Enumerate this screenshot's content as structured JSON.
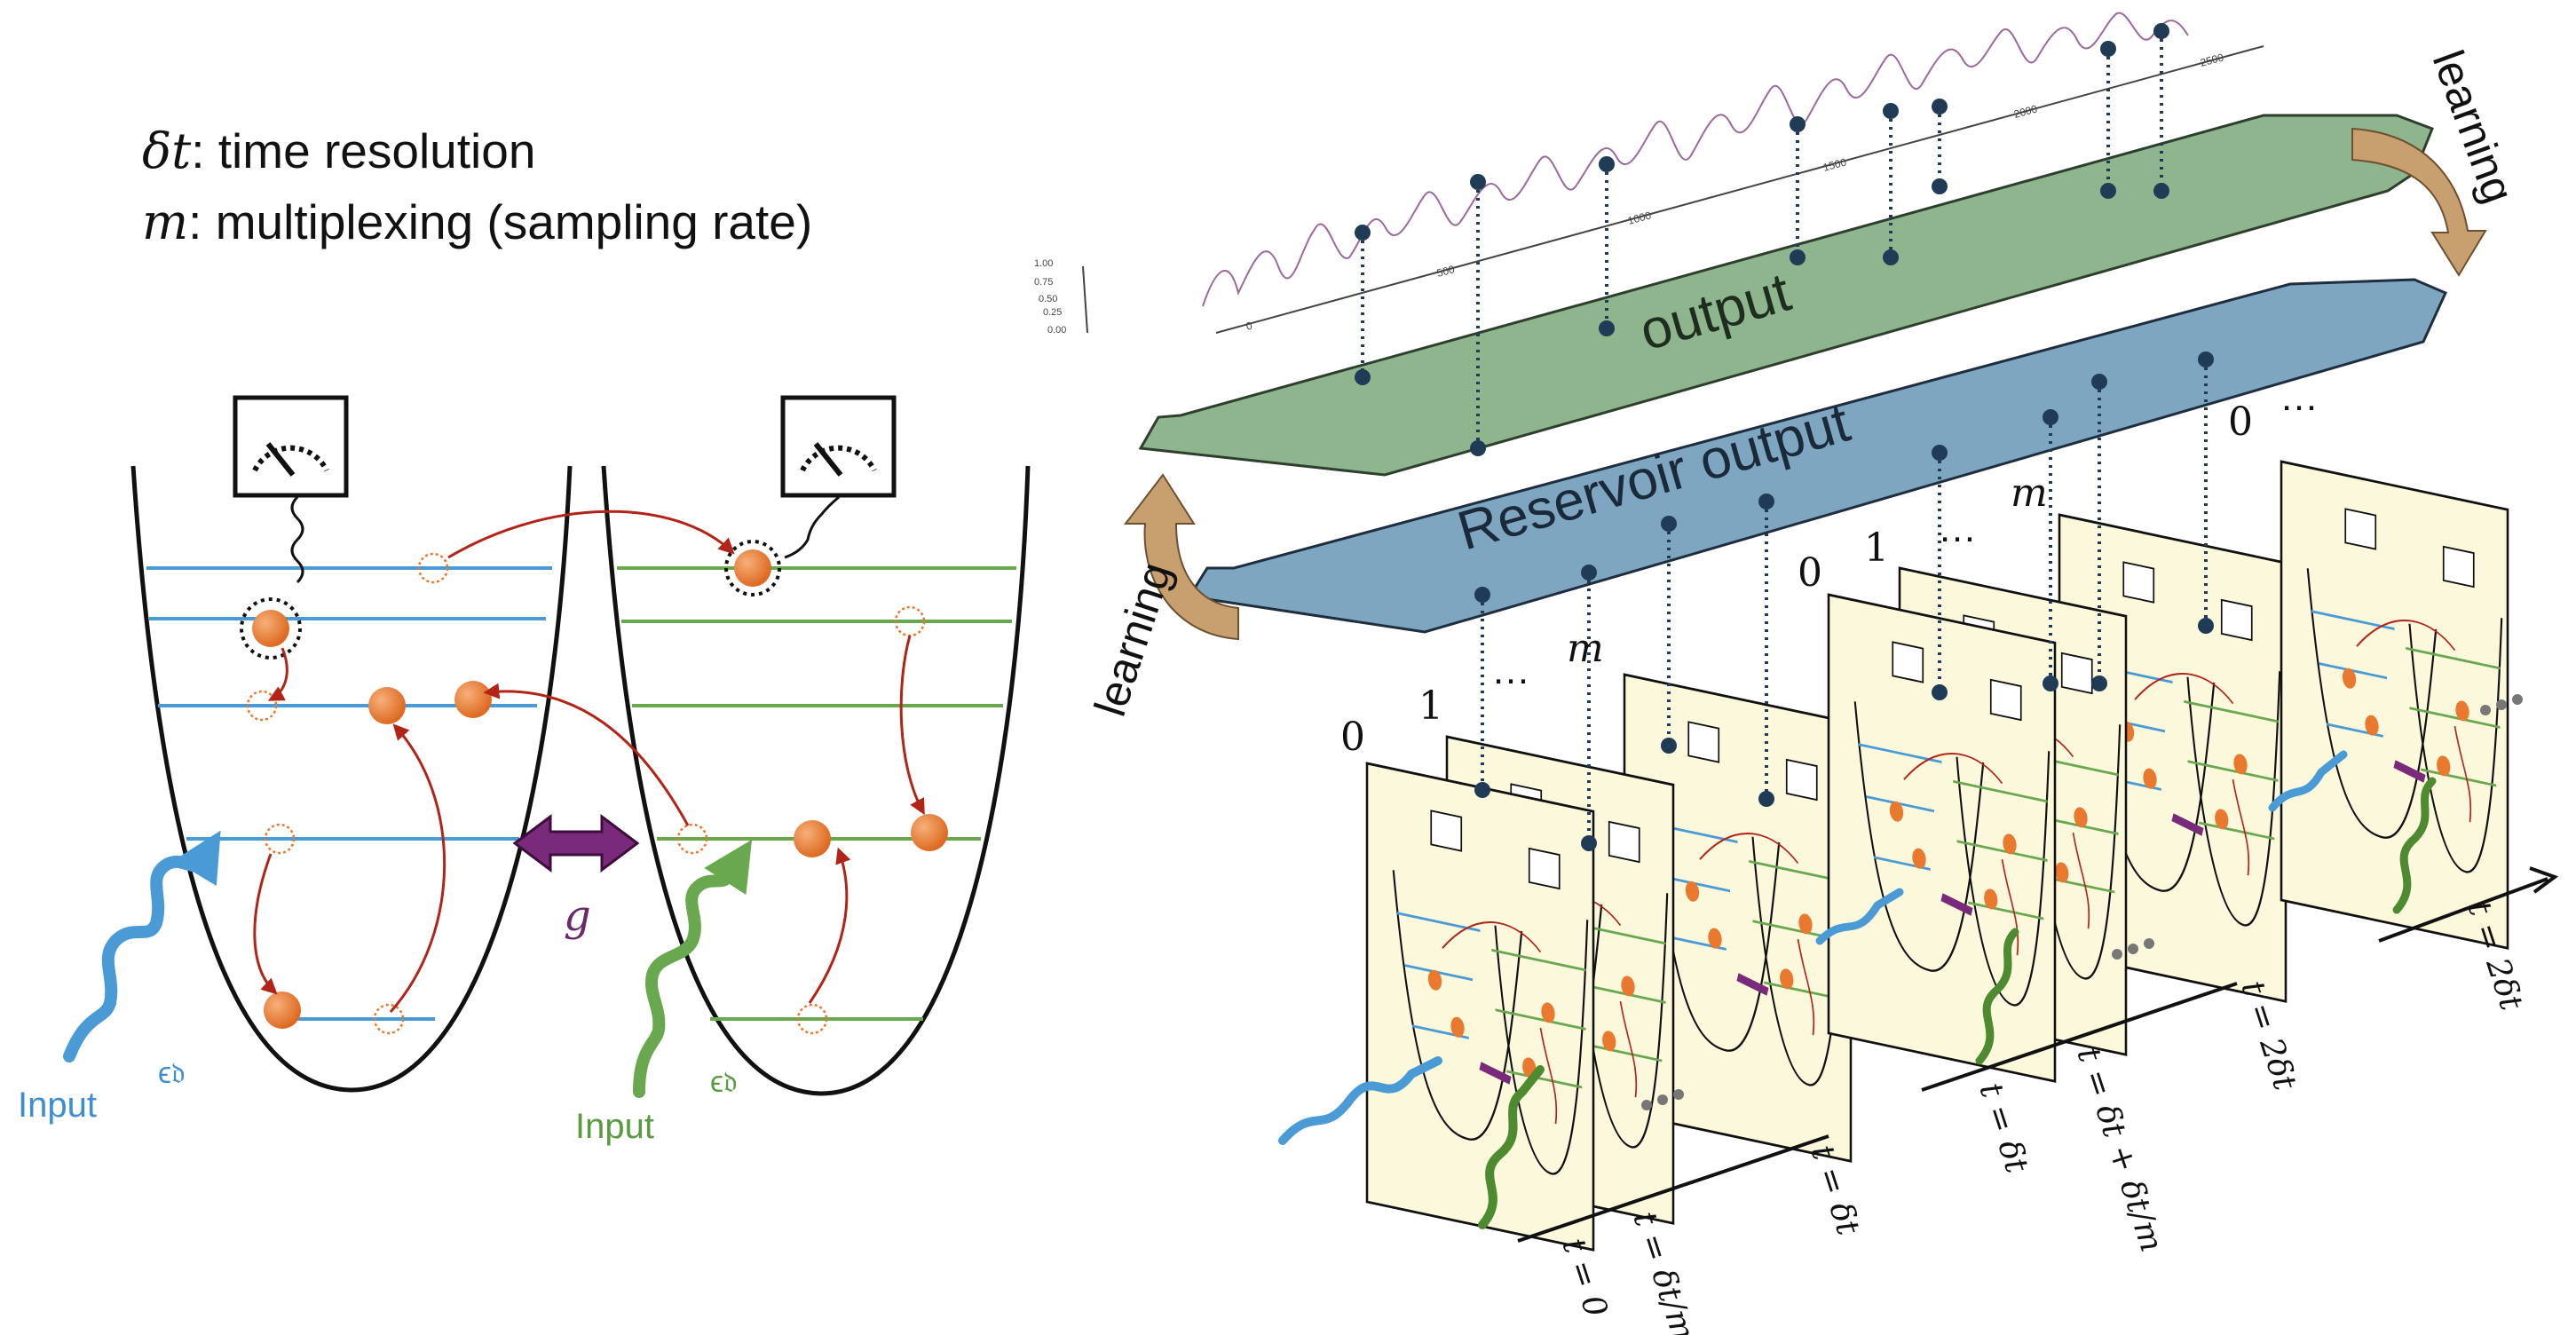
{
  "legend": {
    "line1_symbol": "δt",
    "line1_text": ": time resolution",
    "line2_symbol": "m",
    "line2_text": ": multiplexing (sampling rate)"
  },
  "left_diagram": {
    "coupling_label": "g",
    "left_input_label": "Input",
    "left_drive_label": "ϵ𝔡",
    "right_input_label": "Input",
    "right_drive_label": "ϵ𝔡"
  },
  "planes": {
    "output_label": "output",
    "reservoir_label": "Reservoir output",
    "learning_top": "learning",
    "learning_left": "learning"
  },
  "signal_axes": {
    "y_ticks": [
      "1.00",
      "0.75",
      "0.50",
      "0.25",
      "0.00"
    ],
    "x_ticks": [
      "0",
      "500",
      "1000",
      "1500",
      "2000",
      "2500"
    ]
  },
  "frame_groups": [
    {
      "index_first": "0",
      "index_second": "1",
      "ellipsis": "…",
      "index_last": "m"
    },
    {
      "index_first": "0",
      "index_second": "1",
      "ellipsis": "…",
      "index_last": "m"
    },
    {
      "index_first": "0",
      "ellipsis": "…"
    }
  ],
  "time_labels": [
    "t = 0",
    "t = δt/m",
    "t = δt",
    "t = δt",
    "t = δt + δt/m",
    "t = 2δt",
    "t = 2δt"
  ],
  "colors": {
    "blue_level": "#4a9ad6",
    "green_level": "#6aa84f",
    "particle": "#e8792e",
    "arrow_red": "#b22418",
    "coupling": "#7a2a7a",
    "output_plane": "#8fb58e",
    "reservoir_plane": "#7fa6c0",
    "learning_arrow": "#c8a070",
    "frame_fill": "#fbf8dc",
    "dot": "#1f3b55"
  }
}
